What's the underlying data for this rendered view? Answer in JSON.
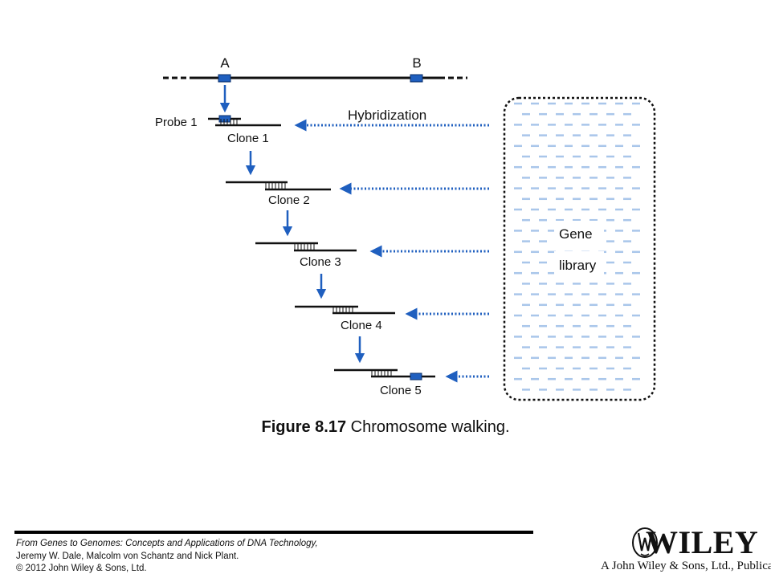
{
  "diagram": {
    "chromosome": {
      "marker_a": "A",
      "marker_b": "B"
    },
    "probe_label": "Probe 1",
    "hybridization_label": "Hybridization",
    "library_label_line1": "Gene",
    "library_label_line2": "library",
    "clones": [
      {
        "label": "Clone 1"
      },
      {
        "label": "Clone 2"
      },
      {
        "label": "Clone 3"
      },
      {
        "label": "Clone 4"
      },
      {
        "label": "Clone 5"
      }
    ]
  },
  "caption": {
    "number": "Figure 8.17",
    "text": "Chromosome walking."
  },
  "footer": {
    "book_title": "From Genes to Genomes: Concepts and Applications of DNA Technology,",
    "authors": "Jeremy W. Dale, Malcolm von Schantz and Nick Plant.",
    "copyright": "© 2012 John Wiley & Sons, Ltd."
  },
  "logo": {
    "wordmark": "WILEY",
    "tagline": "A John Wiley & Sons, Ltd., Publication"
  },
  "colors": {
    "marker_blue": "#1f5fbf",
    "arrow_blue": "#1f5fbf",
    "library_dash": "#a9c6ea",
    "line": "#111111"
  }
}
